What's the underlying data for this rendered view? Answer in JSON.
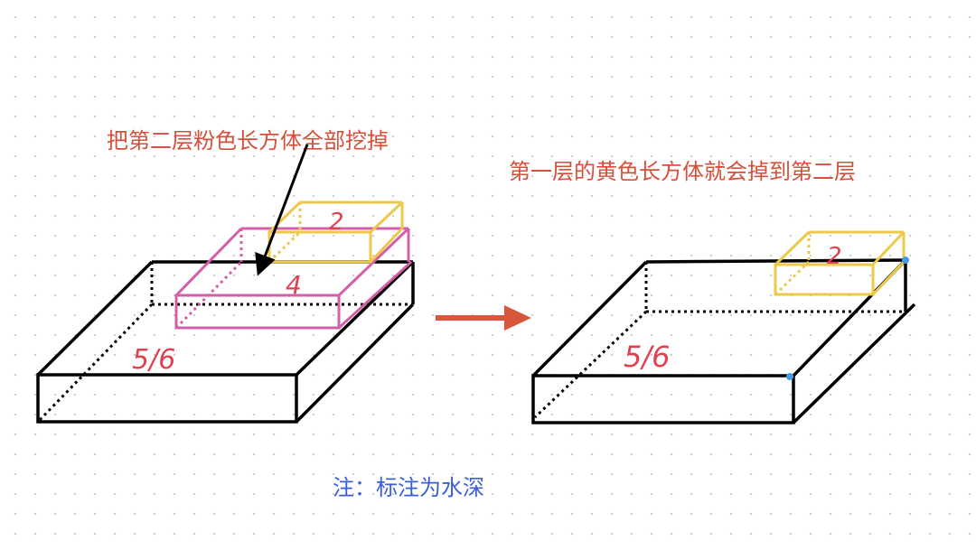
{
  "captions": {
    "dig_out": "把第二层粉色长方体全部挖掉",
    "result": "第一层的黄色长方体就会掉到第二层",
    "note": "注：标注为水深"
  },
  "labels": {
    "left_yellow": "2",
    "left_pink": "4",
    "left_base": "5/6",
    "right_yellow": "2",
    "right_base": "5/6"
  },
  "colors": {
    "caption_red": "#d5503a",
    "note_blue": "#3b5fd6",
    "pink": "#d45fa8",
    "yellow": "#ecc94b",
    "label_red": "#e0414f",
    "arrow_red": "#d9553c"
  }
}
